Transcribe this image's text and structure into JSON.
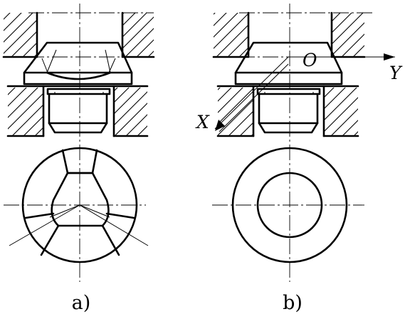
{
  "subfigures": [
    {
      "id": "a",
      "caption": "a)"
    },
    {
      "id": "b",
      "caption": "b)"
    }
  ],
  "axes": {
    "origin": "O",
    "x": "X",
    "y": "Y"
  }
}
